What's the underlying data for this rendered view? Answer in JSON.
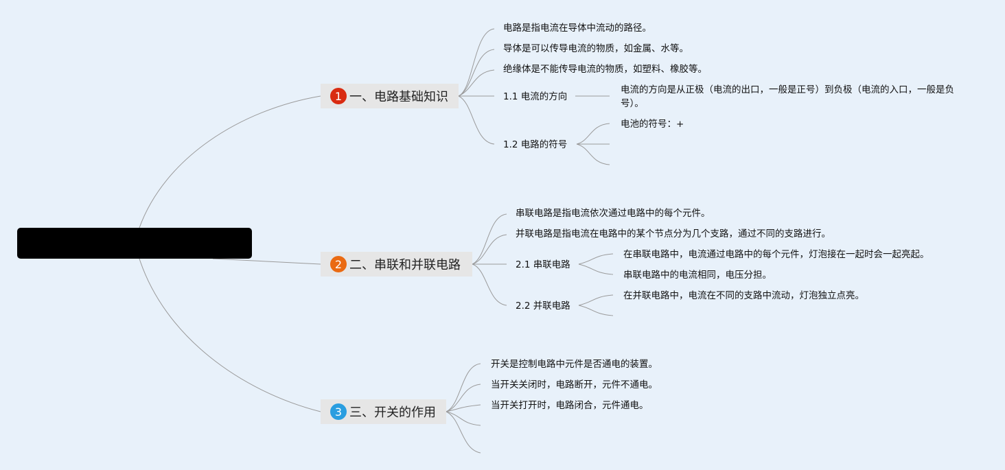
{
  "root": {
    "title": ""
  },
  "colors": {
    "badge1": "#d92b11",
    "badge2": "#ea6a12",
    "badge3": "#2a9ee0",
    "line": "#9a9a9a"
  },
  "branches": [
    {
      "badge": "1",
      "label": "一、电路基础知识",
      "leaves": [
        "电路是指电流在导体中流动的路径。",
        "导体是可以传导电流的物质，如金属、水等。",
        "绝缘体是不能传导电流的物质，如塑料、橡胶等。"
      ],
      "subs": [
        {
          "label": "1.1 电流的方向",
          "details": [
            "电流的方向是从正极（电流的出口，一般是正号）到负极（电流的入口，一般是负号）。"
          ]
        },
        {
          "label": "1.2 电路的符号",
          "details": [
            "电池的符号：+"
          ]
        }
      ]
    },
    {
      "badge": "2",
      "label": "二、串联和并联电路",
      "leaves": [
        "串联电路是指电流依次通过电路中的每个元件。",
        "并联电路是指电流在电路中的某个节点分为几个支路，通过不同的支路进行。"
      ],
      "subs": [
        {
          "label": "2.1 串联电路",
          "details": [
            "在串联电路中，电流通过电路中的每个元件，灯泡接在一起时会一起亮起。",
            "串联电路中的电流相同，电压分担。"
          ]
        },
        {
          "label": "2.2 并联电路",
          "details": [
            "在并联电路中，电流在不同的支路中流动，灯泡独立点亮。"
          ]
        }
      ]
    },
    {
      "badge": "3",
      "label": "三、开关的作用",
      "leaves": [
        "开关是控制电路中元件是否通电的装置。",
        "当开关关闭时，电路断开，元件不通电。",
        "当开关打开时，电路闭合，元件通电。"
      ],
      "subs": []
    }
  ]
}
